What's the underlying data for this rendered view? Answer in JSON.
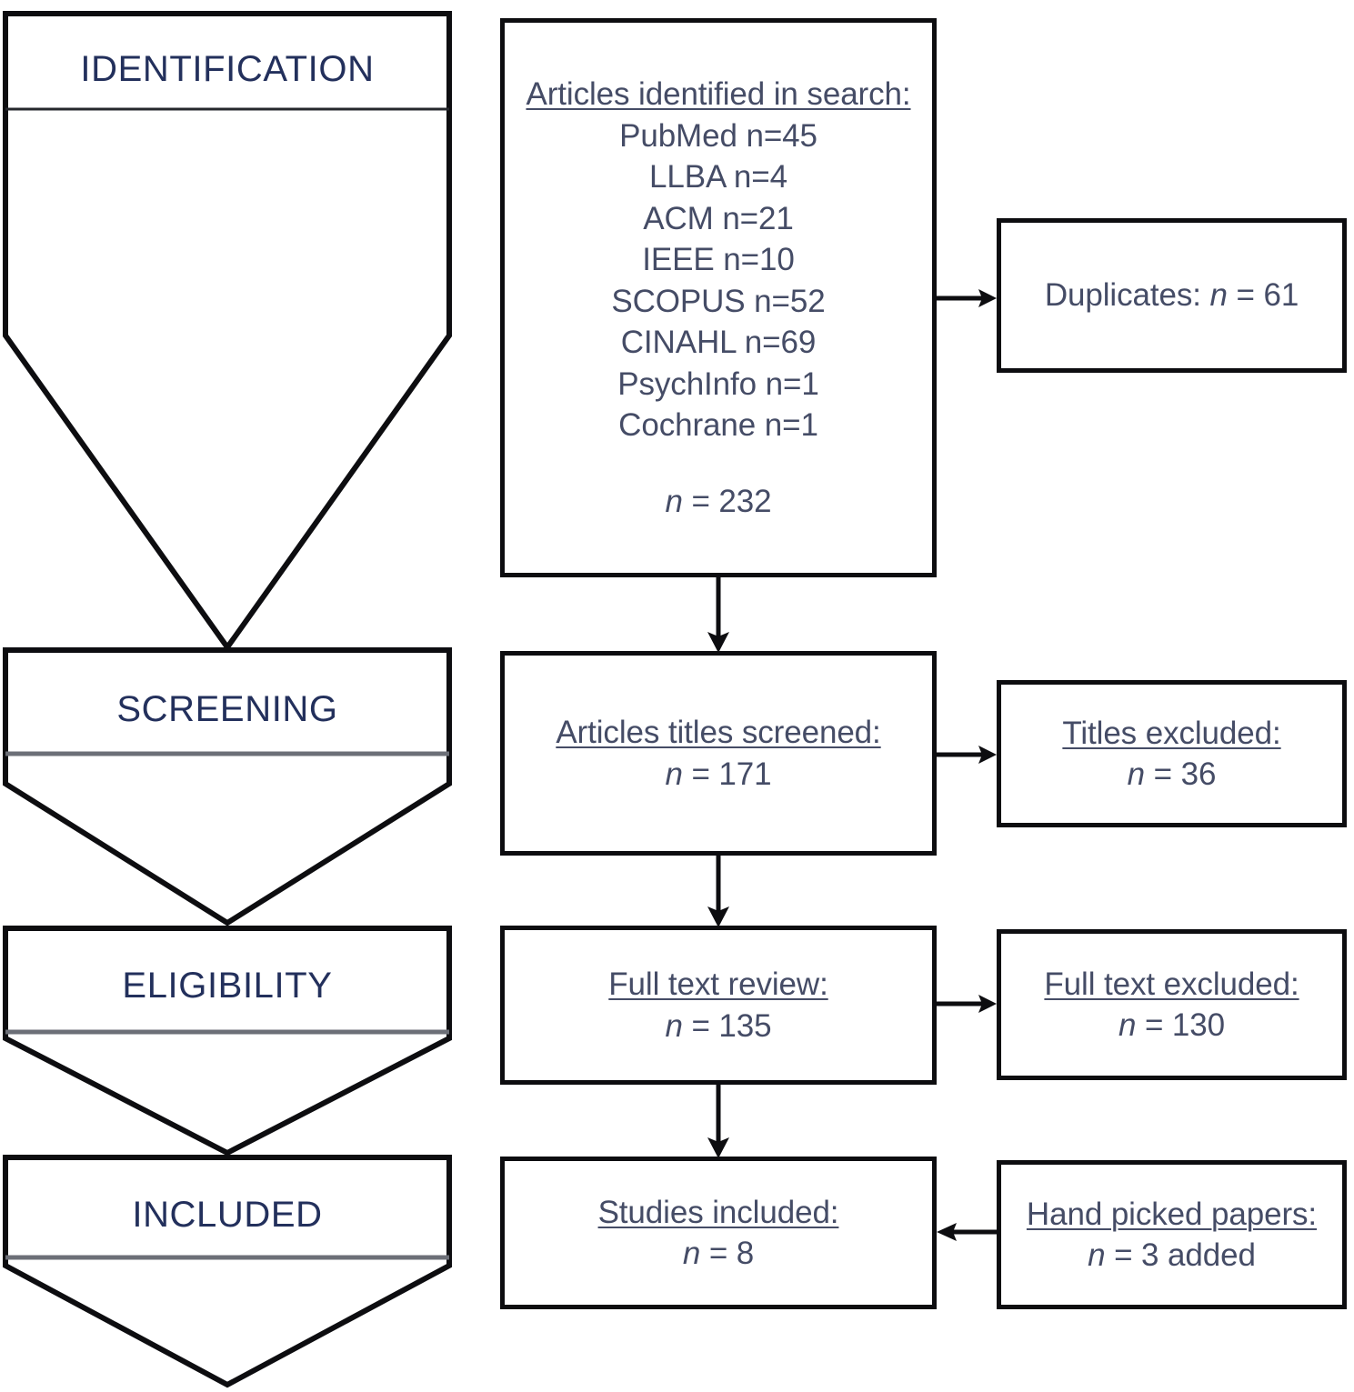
{
  "diagram": {
    "title": "PRISMA study selection flow diagram",
    "text_color": "#454c66",
    "stage_label_color": "#23305c",
    "line_color": "#0d0d10",
    "background": "#ffffff"
  },
  "stages": [
    {
      "label": "IDENTIFICATION"
    },
    {
      "label": "SCREENING"
    },
    {
      "label": "ELIGIBILITY"
    },
    {
      "label": "INCLUDED"
    }
  ],
  "identification": {
    "heading": "Articles identified in search:",
    "sources": [
      {
        "name": "PubMed",
        "count": 45,
        "line": "PubMed n=45"
      },
      {
        "name": "LLBA",
        "count": 4,
        "line": "LLBA n=4"
      },
      {
        "name": "ACM",
        "count": 21,
        "line": "ACM n=21"
      },
      {
        "name": "IEEE",
        "count": 10,
        "line": "IEEE n=10"
      },
      {
        "name": "SCOPUS",
        "count": 52,
        "line": "SCOPUS n=52"
      },
      {
        "name": "CINAHL",
        "count": 69,
        "line": "CINAHL n=69"
      },
      {
        "name": "PsychInfo",
        "count": 1,
        "line": "PsychInfo n=1"
      },
      {
        "name": "Cochrane",
        "count": 1,
        "line": "Cochrane n=1"
      }
    ],
    "total_n_symbol": "n",
    "total_n_value": "= 232"
  },
  "duplicates": {
    "prefix": "Duplicates:",
    "n_symbol": "n",
    "n_value": "= 61"
  },
  "screened": {
    "heading": "Articles titles screened:",
    "n_symbol": "n",
    "n_value": "= 171"
  },
  "titles_excluded": {
    "heading": "Titles excluded:",
    "n_symbol": "n",
    "n_value": "= 36"
  },
  "full_text_review": {
    "heading": "Full text review:",
    "n_symbol": "n",
    "n_value": "= 135"
  },
  "full_text_excluded": {
    "heading": "Full text excluded:",
    "n_symbol": "n",
    "n_value": "= 130"
  },
  "studies_included": {
    "heading": "Studies included:",
    "n_symbol": "n",
    "n_value": "= 8"
  },
  "hand_picked": {
    "heading": "Hand picked papers:",
    "n_symbol": "n",
    "n_value": "= 3 added"
  },
  "chart_data": {
    "type": "diagram",
    "title": "PRISMA flow diagram",
    "nodes": [
      {
        "id": "identified",
        "stage": "IDENTIFICATION",
        "label": "Articles identified in search",
        "n": 232
      },
      {
        "id": "duplicates",
        "stage": "IDENTIFICATION",
        "label": "Duplicates",
        "n": 61
      },
      {
        "id": "screened",
        "stage": "SCREENING",
        "label": "Articles titles screened",
        "n": 171
      },
      {
        "id": "titles_excluded",
        "stage": "SCREENING",
        "label": "Titles excluded",
        "n": 36
      },
      {
        "id": "full_text_review",
        "stage": "ELIGIBILITY",
        "label": "Full text review",
        "n": 135
      },
      {
        "id": "full_text_excluded",
        "stage": "ELIGIBILITY",
        "label": "Full text excluded",
        "n": 130
      },
      {
        "id": "studies_included",
        "stage": "INCLUDED",
        "label": "Studies included",
        "n": 8
      },
      {
        "id": "hand_picked",
        "stage": "INCLUDED",
        "label": "Hand picked papers",
        "n": 3
      }
    ],
    "edges": [
      {
        "from": "identified",
        "to": "duplicates",
        "direction": "right"
      },
      {
        "from": "identified",
        "to": "screened",
        "direction": "down"
      },
      {
        "from": "screened",
        "to": "titles_excluded",
        "direction": "right"
      },
      {
        "from": "screened",
        "to": "full_text_review",
        "direction": "down"
      },
      {
        "from": "full_text_review",
        "to": "full_text_excluded",
        "direction": "right"
      },
      {
        "from": "full_text_review",
        "to": "studies_included",
        "direction": "down"
      },
      {
        "from": "hand_picked",
        "to": "studies_included",
        "direction": "left"
      }
    ],
    "source_breakdown": {
      "categories": [
        "PubMed",
        "LLBA",
        "ACM",
        "IEEE",
        "SCOPUS",
        "CINAHL",
        "PsychInfo",
        "Cochrane"
      ],
      "values": [
        45,
        4,
        21,
        10,
        52,
        69,
        1,
        1
      ],
      "total": 232
    }
  }
}
